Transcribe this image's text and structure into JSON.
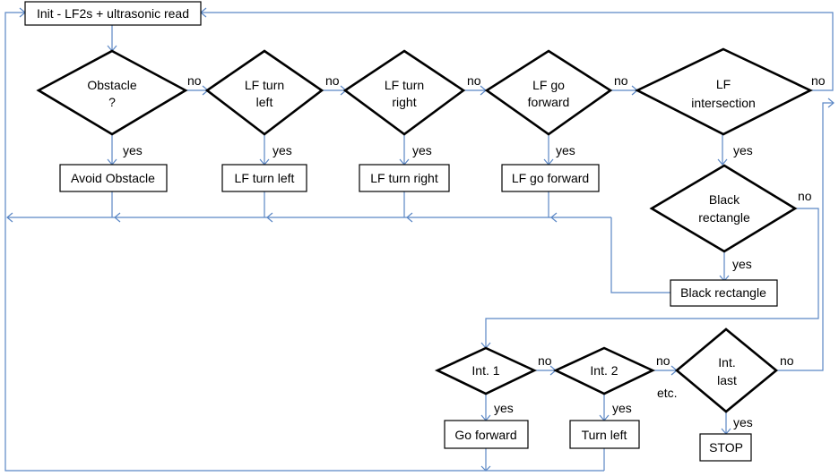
{
  "nodes": {
    "init": "Init - LF2s + ultrasonic read",
    "obstacle_q": [
      "Obstacle",
      "?"
    ],
    "avoid": "Avoid Obstacle",
    "lf_left_q": [
      "LF turn",
      "left"
    ],
    "lf_left": "LF turn left",
    "lf_right_q": [
      "LF turn",
      "right"
    ],
    "lf_right": "LF turn right",
    "lf_fwd_q": [
      "LF go",
      "forward"
    ],
    "lf_fwd": "LF go forward",
    "lf_inter_q": [
      "LF",
      "intersection"
    ],
    "black_q": [
      "Black",
      "rectangle"
    ],
    "black": "Black rectangle",
    "int1_q": "Int. 1",
    "go_fwd": "Go forward",
    "int2_q": "Int. 2",
    "turn_left": "Turn left",
    "intlast_q": [
      "Int.",
      "last"
    ],
    "stop": "STOP"
  },
  "edge_labels": {
    "yes": "yes",
    "no": "no",
    "etc": "etc."
  }
}
